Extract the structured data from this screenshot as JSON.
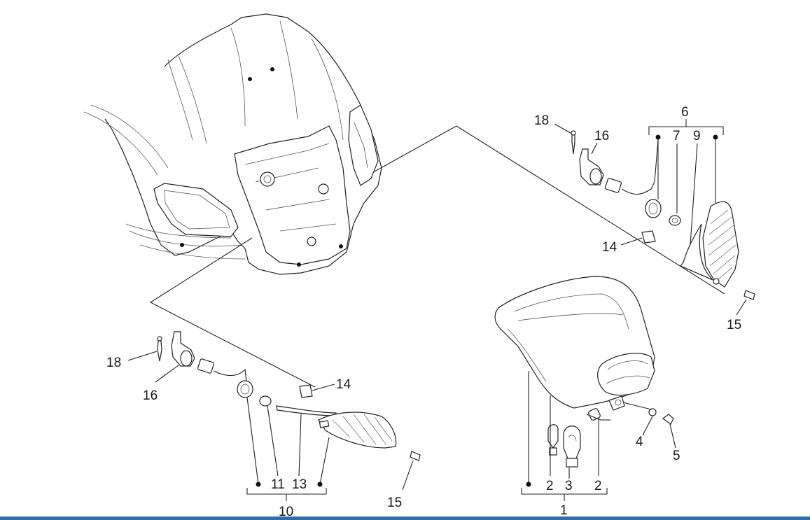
{
  "diagram": {
    "accent_bar_color": "#2f6ea6",
    "callouts": {
      "c1": "1",
      "c2a": "2",
      "c2b": "2",
      "c3": "3",
      "c4": "4",
      "c5": "5",
      "c6": "6",
      "c7": "7",
      "c9": "9",
      "c10": "10",
      "c11": "11",
      "c13": "13",
      "c14a": "14",
      "c14b": "14",
      "c15a": "15",
      "c15b": "15",
      "c16a": "16",
      "c16b": "16",
      "c18a": "18",
      "c18b": "18"
    }
  }
}
